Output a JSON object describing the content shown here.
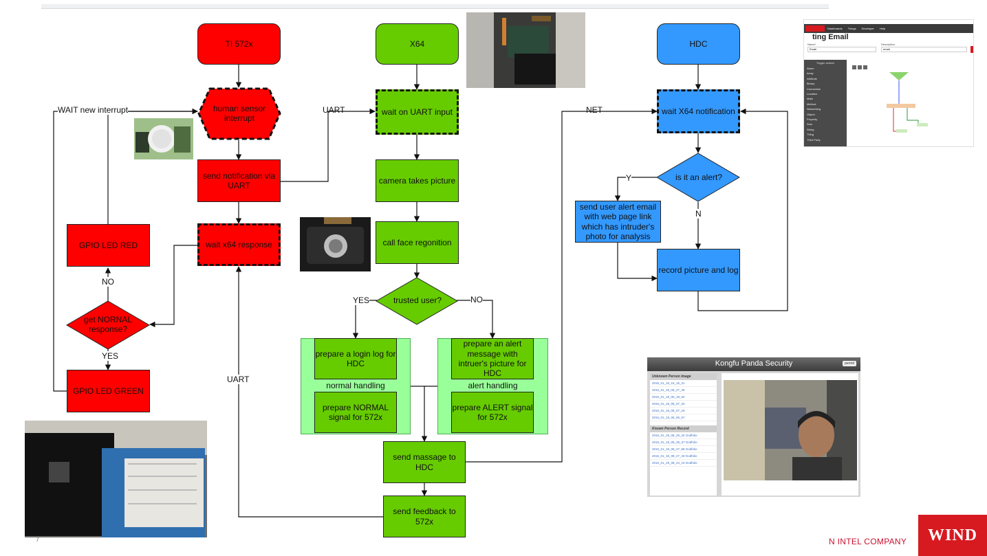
{
  "colors": {
    "red": "#ff0000",
    "green": "#66cc00",
    "blue": "#3399ff",
    "group_bg": "#99ff99",
    "brand": "#d71920"
  },
  "nodes": {
    "ti": "TI 572x",
    "human_sensor": "human sensor interrupt",
    "send_notify": "send notification via UART",
    "wait_x64": "wait x64 response",
    "gpio_red": "GPIO LED RED",
    "get_normal": "get NORNAL response?",
    "gpio_green": "GPIO LED GREEN",
    "x64": "X64",
    "wait_uart": "wait on UART input",
    "camera": "camera takes picture",
    "face": "call face regonition",
    "trusted": "trusted user?",
    "login_log": "prepare a login log for HDC",
    "normal_signal": "prepare NORMAL signal for 572x",
    "alert_msg": "prepare an alert message with intruer's picture for HDC",
    "alert_signal": "prepare ALERT signal for 572x",
    "send_massage": "send massage to HDC",
    "send_feedback": "send feedback to 572x",
    "hdc": "HDC",
    "wait_notify": "wait X64 notification",
    "is_alert": "is it an alert?",
    "send_email": "send user alert email with web page link which has intruder's photo for analysis",
    "record": "record picture and log"
  },
  "groups": {
    "normal": "normal handling",
    "alert": "alert handling"
  },
  "edge_labels": {
    "wait_new": "WAIT new interrupt",
    "uart_top": "UART",
    "uart_bottom": "UART",
    "no_left": "NO",
    "yes_left": "YES",
    "yes_mid": "YES",
    "no_mid": "NO",
    "net": "NET",
    "y": "Y",
    "n": "N"
  },
  "screenshot_editor": {
    "title_fragment": "ting Email",
    "nav": [
      "Dashboards",
      "Things",
      "Developer",
      "Help"
    ],
    "name_label": "Name*",
    "name_value": "Email",
    "desc_label": "Description",
    "desc_value": "email",
    "panel_title": "Trigger actions",
    "panel_items": [
      "Alarm",
      "Array",
      "Attribute",
      "Binary",
      "Connection",
      "Location",
      "Math",
      "Method",
      "Networking",
      "Object",
      "Property",
      "Sms",
      "String",
      "Thing",
      "Third Party"
    ]
  },
  "security_app": {
    "title": "Kongfu Panda Security",
    "btn": "permit",
    "unknown_header": "Unknown Person Image",
    "unknown_items": [
      "2016_01_18_16_15_21",
      "2016_01_18_06_27_46",
      "2016_01_18_06_18_52",
      "2016_01_18_06_07_34",
      "2016_01_18_06_07_18",
      "2016_01_18_06_06_57"
    ],
    "known_header": "Known Person Record",
    "known_items": [
      "2016_01_18_08_29_34 Godfolio",
      "2016_01_18_08_28_37 Godfolio",
      "2016_01_18_08_27_58 Godfolio",
      "2016_01_18_08_27_40 Godfolio",
      "2016_01_18_08_24_10 Godfolio"
    ]
  },
  "brand": {
    "company": "N INTEL COMPANY",
    "logo": "WIND",
    "page": "7"
  }
}
